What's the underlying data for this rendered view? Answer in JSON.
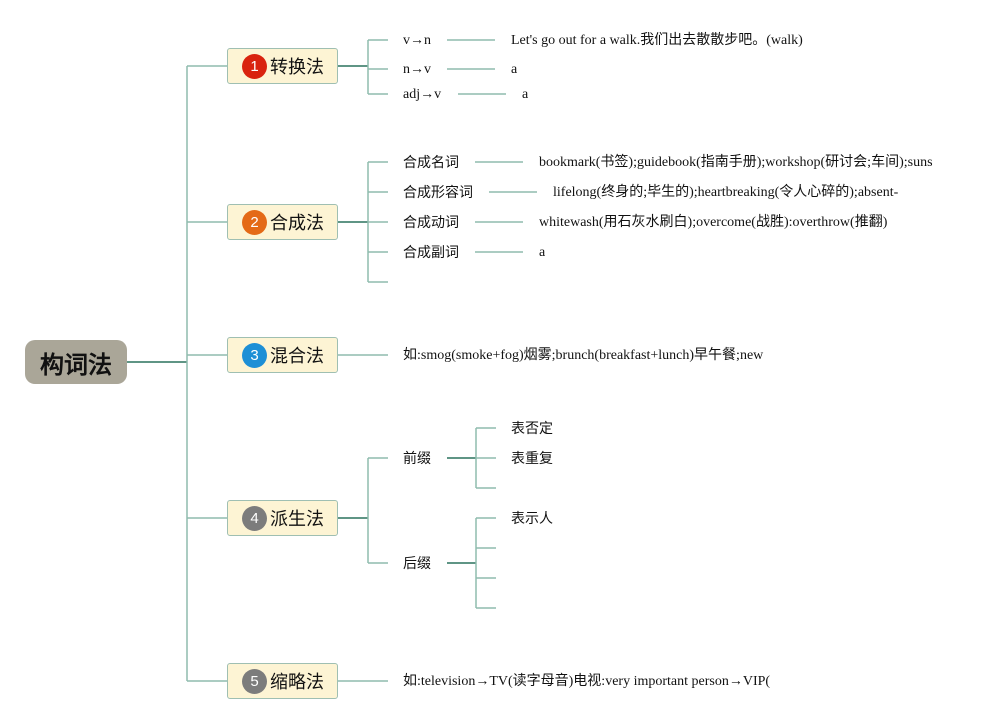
{
  "root": {
    "label": "构词法"
  },
  "colors": {
    "root_bg": "#aaa698",
    "topic_bg": "#fdf4d4",
    "line": "#8fbcae",
    "line_dark": "#5f9585"
  },
  "branches": [
    {
      "number": "1",
      "badge_color": "#d9230f",
      "label": "转换法",
      "children": [
        {
          "label": "v→n",
          "detail": "Let's go out for a walk.我们出去散散步吧。(walk)"
        },
        {
          "label": "n→v",
          "detail": "a"
        },
        {
          "label": "adj→v",
          "detail": "a"
        }
      ]
    },
    {
      "number": "2",
      "badge_color": "#e46a17",
      "label": "合成法",
      "children": [
        {
          "label": "合成名词",
          "detail": "bookmark(书签);guidebook(指南手册);workshop(研讨会;车间);suns"
        },
        {
          "label": "合成形容词",
          "detail": "lifelong(终身的;毕生的);heartbreaking(令人心碎的);absent-"
        },
        {
          "label": "合成动词",
          "detail": "whitewash(用石灰水刷白);overcome(战胜):overthrow(推翻)"
        },
        {
          "label": "合成副词",
          "detail": "a"
        },
        {
          "label": "",
          "detail": ""
        }
      ]
    },
    {
      "number": "3",
      "badge_color": "#1d8fd6",
      "label": "混合法",
      "detail": "如:smog(smoke+fog)烟雾;brunch(breakfast+lunch)早午餐;new"
    },
    {
      "number": "4",
      "badge_color": "#7c7c7c",
      "label": "派生法",
      "children": [
        {
          "label": "前缀",
          "children": [
            "表否定",
            "表重复",
            ""
          ]
        },
        {
          "label": "后缀",
          "children": [
            "表示人",
            "",
            "",
            ""
          ]
        }
      ]
    },
    {
      "number": "5",
      "badge_color": "#7c7c7c",
      "label": "缩略法",
      "detail": "如:television→TV(读字母音)电视:very important person→VIP("
    }
  ]
}
